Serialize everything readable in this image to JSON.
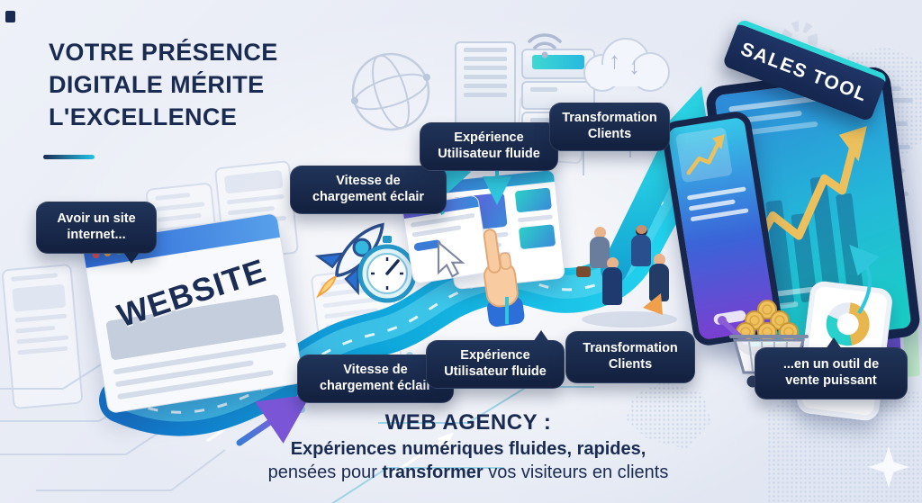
{
  "title": {
    "word1": "VOTRE",
    "word2": "PRÉSENCE",
    "word3": "DIGITALE",
    "word4": "MÉRITE",
    "word5": "L'EXCELLENCE"
  },
  "bubbles": {
    "have_site": "Avoir un site internet...",
    "speed_top": "Vitesse de chargement éclair",
    "ux_top": "Expérience Utilisateur fluide",
    "transform_top": "Transformation Clients",
    "speed_bottom": "Vitesse de chargement éclair",
    "ux_bottom": "Expérience Utilisateur fluide",
    "transform_bottom": "Transformation Clients",
    "sales_outcome": "...en un outil de vente puissant"
  },
  "labels": {
    "sales_banner": "SALES TOOL",
    "website": "WEBSITE"
  },
  "footer": {
    "heading": "WEB AGENCY :",
    "line1": "Expériences numériques fluides, rapides,",
    "line2_pre": "pensées pour ",
    "line2_bold": "transformer",
    "line2_post": " vos visiteurs en clients"
  },
  "icons": {
    "cloud_up_arrow": "↑",
    "cloud_down_arrow": "↓"
  },
  "colors": {
    "navy_text": "#1a2b52",
    "badge_navy": "#16254a",
    "wave_blue": "#1380d2",
    "wave_cyan": "#22cbe6",
    "teal_arrow": "#1fb9d8",
    "gold": "#e7b64e",
    "purple": "#7a56d6",
    "background": "#e9edf6"
  }
}
